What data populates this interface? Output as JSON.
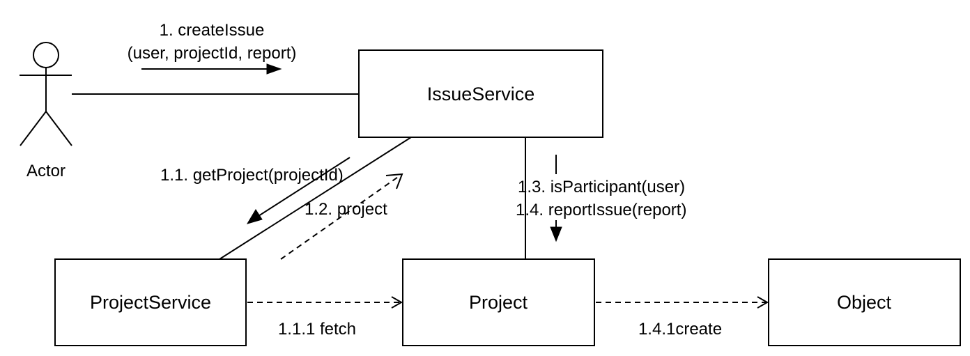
{
  "actor": {
    "label": "Actor"
  },
  "objects": {
    "issue_service": "IssueService",
    "project_service": "ProjectService",
    "project": "Project",
    "object": "Object"
  },
  "messages": {
    "create_issue_line1": "1. createIssue",
    "create_issue_line2": "(user, projectId, report)",
    "get_project": "1.1. getProject(projectId)",
    "project_return": "1.2. project",
    "is_participant": "1.3. isParticipant(user)",
    "report_issue": "1.4. reportIssue(report)",
    "fetch": "1.1.1 fetch",
    "create": "1.4.1create"
  }
}
